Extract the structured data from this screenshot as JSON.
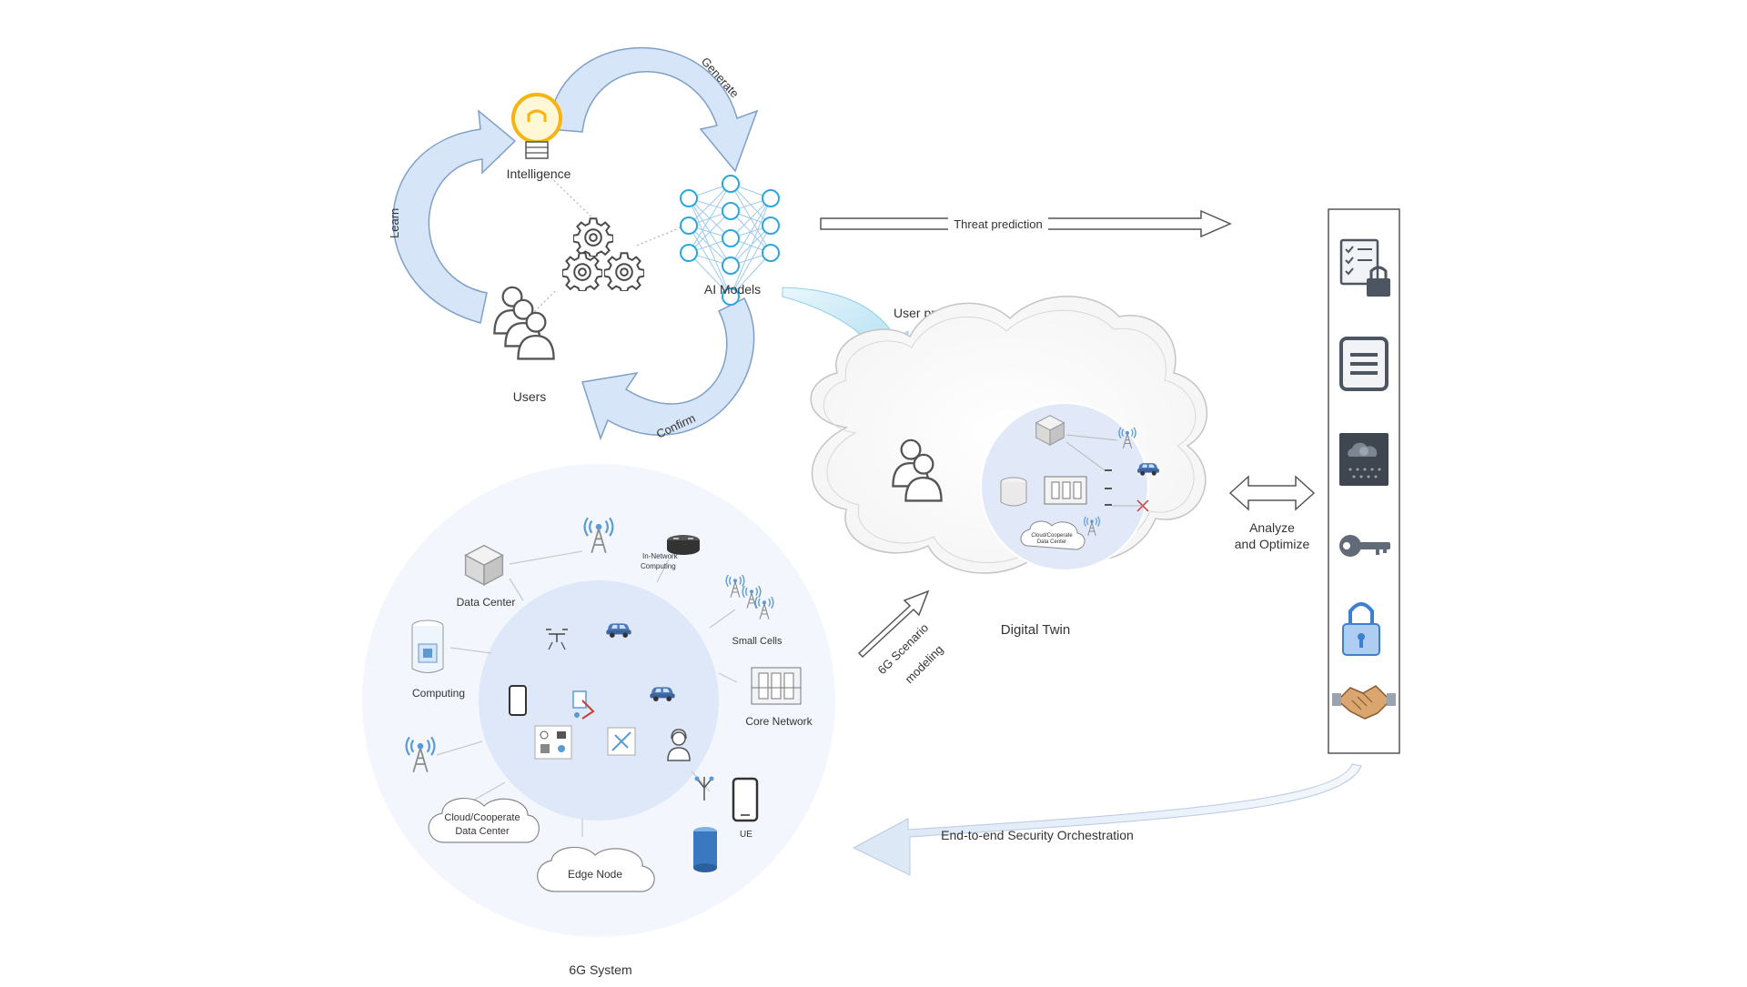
{
  "colors": {
    "arrow_fill": "#d6e6f8",
    "arrow_stroke": "#7f9fc8",
    "accent_blue": "#5b9bd5",
    "disk_outer": "#f3f7fd",
    "disk_inner": "#dfe8f8",
    "icon_gray": "#5a6270",
    "bulb": "#f5b40f"
  },
  "cycle": {
    "intelligence": "Intelligence",
    "ai_models": "AI Models",
    "users": "Users",
    "generate": "Generate",
    "learn": "Learn",
    "confirm": "Confirm"
  },
  "arrows": {
    "threat_prediction": "Threat prediction",
    "user_profiling": "User profiling",
    "scenario_line1": "6G Scenario",
    "scenario_line2": "modeling",
    "analyze_line1": "Analyze",
    "analyze_line2": "and Optimize",
    "orchestration": "End-to-end Security Orchestration"
  },
  "digital_twin": {
    "label": "Digital Twin",
    "mini_cloud_line1": "Cloud/Cooperate",
    "mini_cloud_line2": "Data Center"
  },
  "system": {
    "label": "6G System",
    "data_center": "Data Center",
    "computing": "Computing",
    "in_network_line1": "In-Network",
    "in_network_line2": "Computing",
    "small_cells": "Small Cells",
    "core_network": "Core Network",
    "cloud_line1": "Cloud/Cooperate",
    "cloud_line2": "Data Center",
    "edge_node": "Edge Node",
    "ue": "UE"
  },
  "security_panel": {
    "icons": [
      "checklist-lock-icon",
      "document-icon",
      "cloud-security-icon",
      "key-icon",
      "padlock-icon",
      "handshake-icon"
    ]
  }
}
